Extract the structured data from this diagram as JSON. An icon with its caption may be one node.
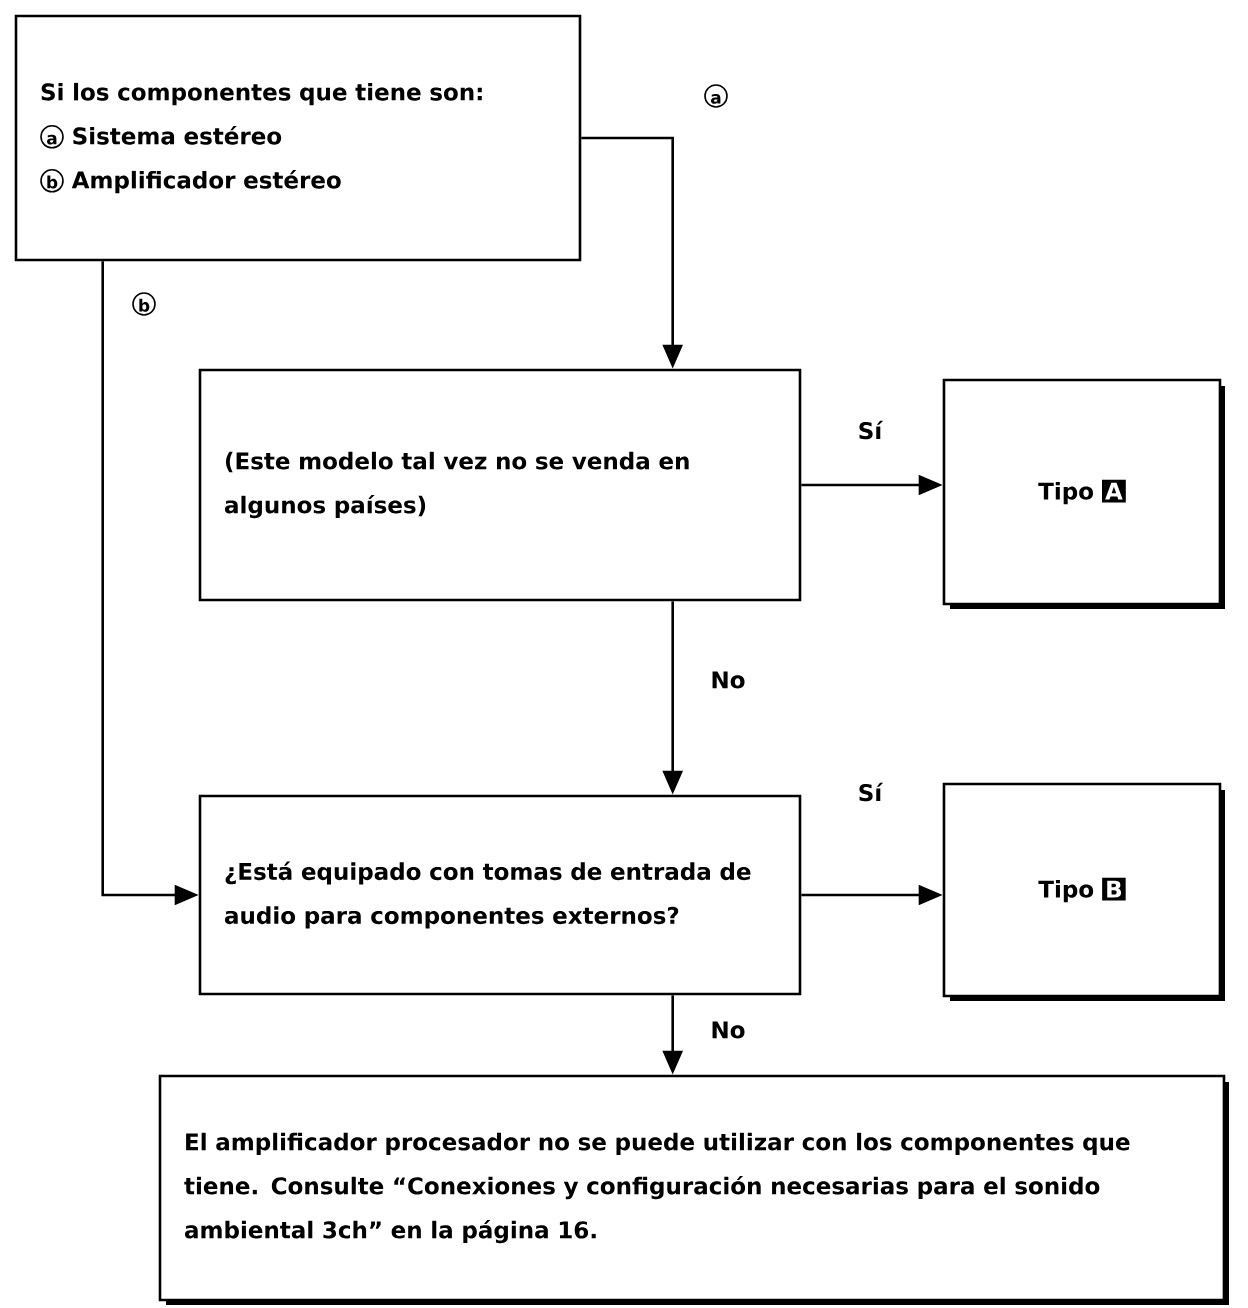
{
  "diagram": {
    "nodes": [
      {
        "text": [
          "Si los componentes que tiene son:",
          "a",
          "Sistema estéreo",
          "b",
          "Amplificador estéreo"
        ]
      },
      {
        "text": [
          "(Este modelo tal vez no se venda en algunos países)"
        ]
      },
      {
        "text": [
          "Tipo",
          "A"
        ]
      },
      {
        "text": [
          "¿Está equipado con tomas de entrada de audio para componentes externos?"
        ]
      },
      {
        "text": [
          "Tipo",
          "B"
        ]
      },
      {
        "text": [
          "El amplificador procesador no se puede utilizar con los componentes que tiene. Consulte “Conexiones y configuración necesarias para el sonido ambiental 3ch” en la página 16."
        ]
      }
    ],
    "edges": [
      {
        "from": 0,
        "to": 1,
        "arrow": "to",
        "label": "a"
      },
      {
        "from": 0,
        "to": 3,
        "arrow": "to",
        "label": "b"
      },
      {
        "from": 1,
        "to": 2,
        "arrow": "to",
        "label": "Sí"
      },
      {
        "from": 1,
        "to": 3,
        "arrow": "to",
        "label": "No"
      },
      {
        "from": 3,
        "to": 4,
        "arrow": "to",
        "label": "Sí"
      },
      {
        "from": 3,
        "to": 5,
        "arrow": "to",
        "label": "No"
      }
    ]
  }
}
